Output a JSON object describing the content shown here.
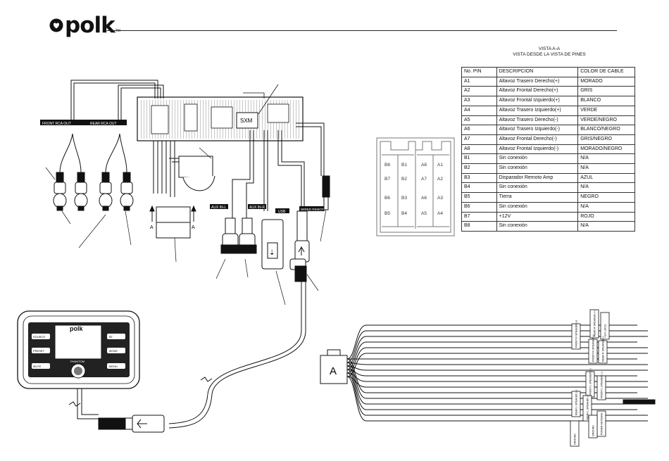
{
  "brand": {
    "name": "polk",
    "trademark": "TM"
  },
  "pin_view": {
    "title_line1": "VISTA A-A",
    "title_line2": "VISTA DESDE LA VISTA DE PINES"
  },
  "pin_table": {
    "headers": [
      "No. PIN",
      "DESCRIPCION",
      "COLOR DE CABLE"
    ],
    "rows": [
      [
        "A1",
        "Altavoz Trasero Derecho(+)",
        "MORADO"
      ],
      [
        "A2",
        "Altavoz Frontal Derecho(+)",
        "GRIS"
      ],
      [
        "A3",
        "Altavoz Frontal Izquierdo(+)",
        "BLANCO"
      ],
      [
        "A4",
        "Altavoz Trasero Izquierdo(+)",
        "VERDE"
      ],
      [
        "A5",
        "Altavoz Trasero Derecho(-)",
        "VERDE/NEGRO"
      ],
      [
        "A6",
        "Altavoz Trasero Izquierdo(-)",
        "BLANCO/NEGRO"
      ],
      [
        "A7",
        "Altavoz Frontal Derecho(-)",
        "GRIS/NEGRO"
      ],
      [
        "A8",
        "Altavoz Frontal Izquierdo(-)",
        "MORADO/NEGRO"
      ],
      [
        "B1",
        "Sin conexión",
        "N/A"
      ],
      [
        "B2",
        "Sin conexión",
        "N/A"
      ],
      [
        "B3",
        "Disparador Remoto Amp",
        "AZUL"
      ],
      [
        "B4",
        "Sin conexión",
        "N/A"
      ],
      [
        "B5",
        "Tierra",
        "NEGRO"
      ],
      [
        "B6",
        "Sin conexión",
        "N/A"
      ],
      [
        "B7",
        "+12V",
        "ROJO"
      ],
      [
        "B8",
        "Sin conexión",
        "N/A"
      ]
    ]
  },
  "connector_face": {
    "left_pins": [
      [
        "B8",
        "B1"
      ],
      [
        "B7",
        "B2"
      ],
      [
        "B6",
        "B3"
      ],
      [
        "B5",
        "B4"
      ]
    ],
    "right_pins": [
      [
        "A8",
        "A1"
      ],
      [
        "A7",
        "A2"
      ],
      [
        "A6",
        "A3"
      ],
      [
        "A5",
        "A4"
      ]
    ]
  },
  "unit_labels": {
    "sxm": "SXM",
    "front_rca": "FRONT RCA OUT",
    "rear_rca": "REAR RCA OUT",
    "aux_in_l": "AUX IN-L",
    "aux_in_r": "AUX IN-R",
    "usb": "USB",
    "wired_remote": "WIRED REMOTE"
  },
  "harness": {
    "connector_label": "A"
  },
  "harness_tags": {
    "right_1": "REAR R SPEAKER (+)",
    "right_2": "REAR R SPEAKER (-)",
    "left_1": "FRONT R SPEAKER (+)",
    "left_2": "FRONT R SPEAKER (-)",
    "left_3": "FRONT L SPEAKER (+)",
    "left_4": "FRONT L SPEAKER (-)",
    "left_5": "REAR L SPEAKER (+)",
    "left_6": "REAR L SPEAKER (-)",
    "left_7": "POWER ANTENNA",
    "right_3": "+12V (ACC)",
    "right_4": "GROUND",
    "bottom": "GROUND"
  },
  "head_unit": {
    "brand": "polk",
    "left_top_btn": "SOURCE",
    "left_mid_btn": "PRESET",
    "left_bot_btn": "MUTE",
    "right_top_btn": "BT",
    "right_mid_btn": "MODE",
    "right_bot_btn": "MENU",
    "knob_label": "PHANTOM"
  },
  "arrow_labels": {
    "left": "A",
    "right": "A"
  },
  "icons": [
    "polk-heart-logo",
    "usb-icon",
    "arrow-up-icon"
  ]
}
